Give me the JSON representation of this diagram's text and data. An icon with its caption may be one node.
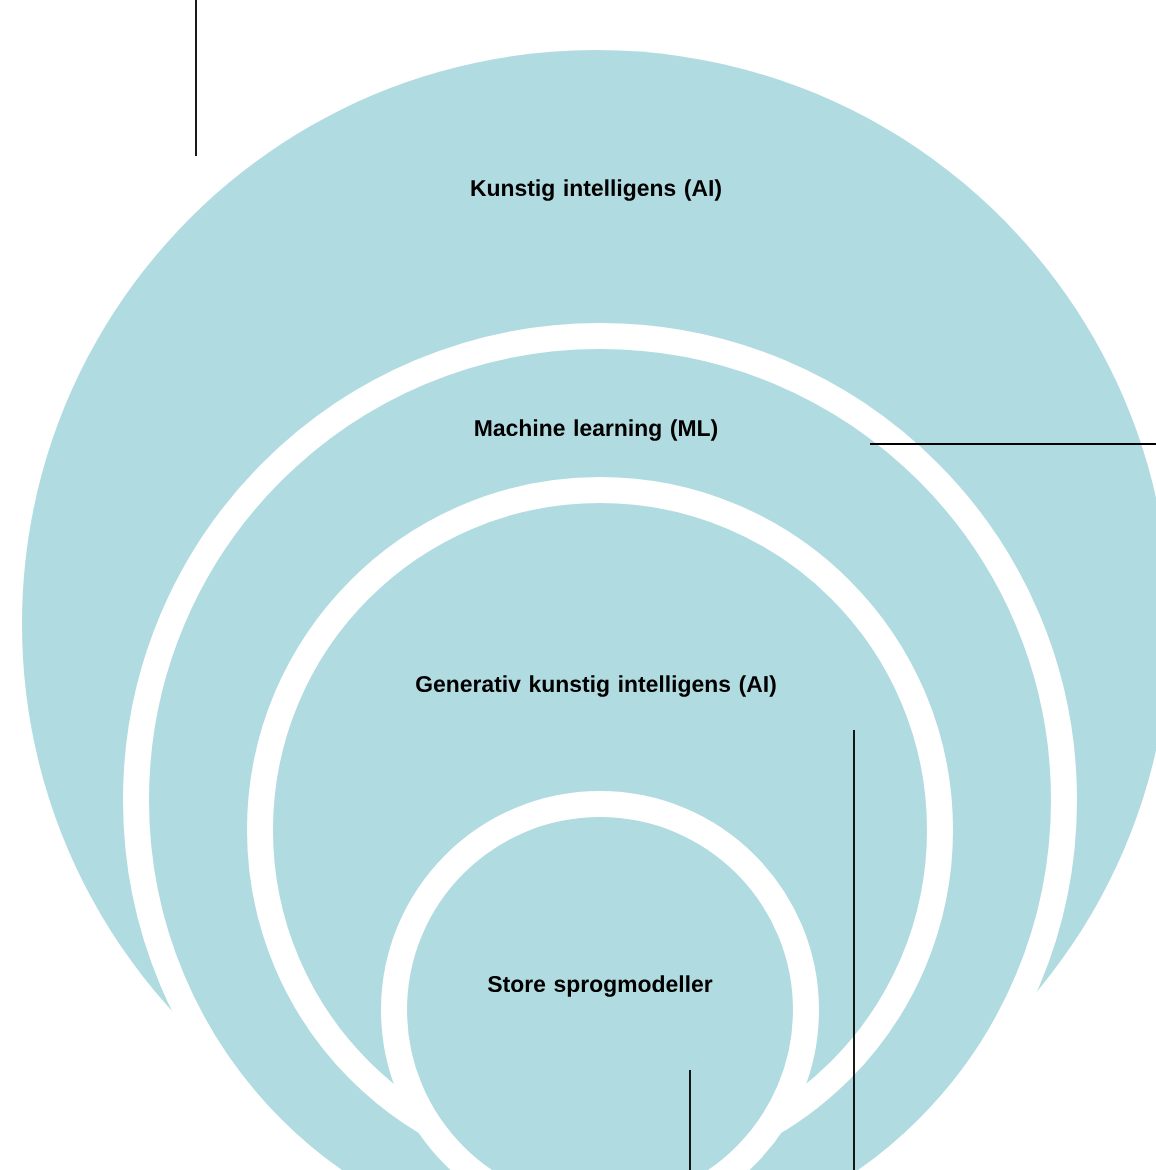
{
  "diagram": {
    "nodes": [
      {
        "text": [
          "Kunstig intelligens (AI)"
        ]
      },
      {
        "text": [
          "Machine learning (ML)"
        ],
        "in": 0
      },
      {
        "text": [
          "Generativ kunstig intelligens (AI)"
        ],
        "in": 1
      },
      {
        "text": [
          "Store sprogmodeller"
        ],
        "in": 2
      }
    ],
    "edges": [
      {
        "from": 0,
        "to": null,
        "arrow": "none"
      },
      {
        "from": 1,
        "to": null,
        "arrow": "none"
      },
      {
        "from": 2,
        "to": null,
        "arrow": "none"
      },
      {
        "from": 3,
        "to": null,
        "arrow": "none"
      }
    ]
  }
}
